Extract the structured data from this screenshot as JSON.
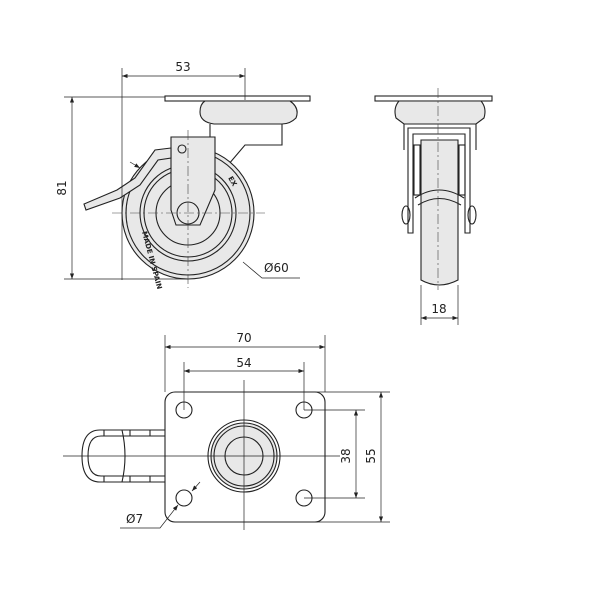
{
  "side_view": {
    "width_dim": "53",
    "height_dim": "81",
    "wheel_diameter": "Ø60",
    "wheel_marking": "MADE IN SPAIN",
    "brand_mark": "EX"
  },
  "front_view": {
    "wheel_width_dim": "18"
  },
  "top_view": {
    "plate_width_dim": "70",
    "hole_spacing_x_dim": "54",
    "hole_spacing_y_dim": "38",
    "plate_height_dim": "55",
    "hole_diameter": "Ø7"
  }
}
